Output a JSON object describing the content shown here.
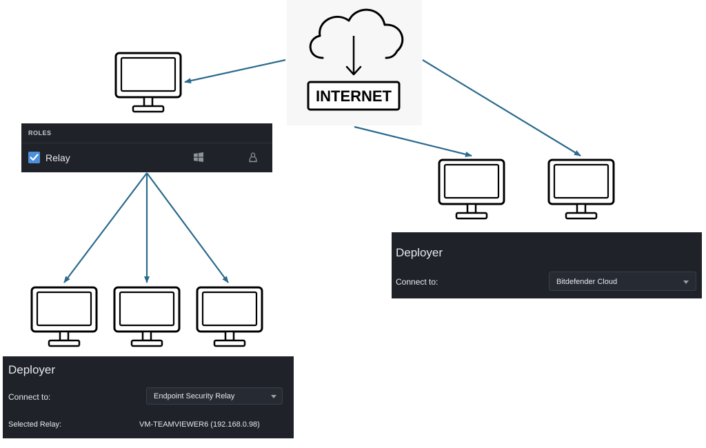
{
  "internet": {
    "label": "INTERNET",
    "icon": "cloud-download-icon"
  },
  "roles_panel": {
    "header": "ROLES",
    "relay_label": "Relay",
    "relay_checked": true,
    "platform_icons": [
      "windows-icon",
      "linux-icon"
    ]
  },
  "deployer_left": {
    "title": "Deployer",
    "connect_label": "Connect to:",
    "connect_value": "Endpoint Security Relay",
    "selected_relay_label": "Selected Relay:",
    "selected_relay_value": "VM-TEAMVIEWER6 (192.168.0.98)"
  },
  "deployer_right": {
    "title": "Deployer",
    "connect_label": "Connect to:",
    "connect_value": "Bitdefender Cloud"
  },
  "colors": {
    "arrow": "#2a6a8c",
    "panel_bg": "#1f2229",
    "checkbox": "#4d8fdc"
  }
}
